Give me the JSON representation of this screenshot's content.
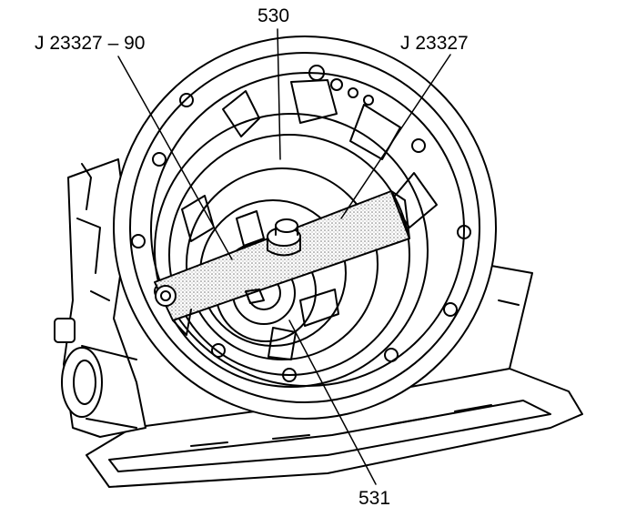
{
  "callouts": {
    "tool_handle": "J 23327 – 90",
    "part_530": "530",
    "tool_bar": "J 23327",
    "part_531": "531"
  },
  "colors": {
    "ink": "#000000",
    "paper": "#ffffff",
    "stipple": "#c8c8c8"
  }
}
